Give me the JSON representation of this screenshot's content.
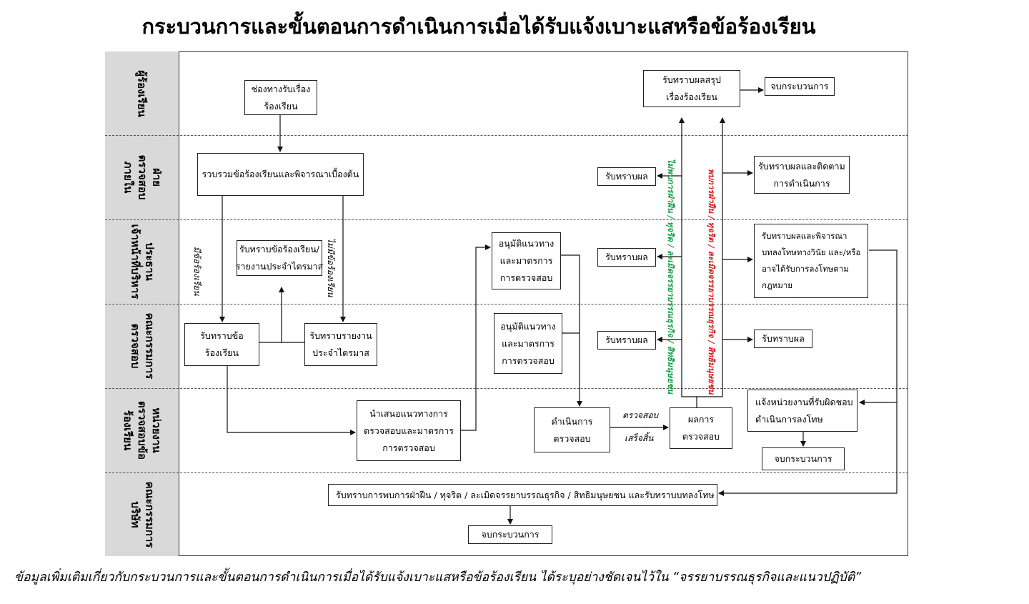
{
  "title": "กระบวนการและขั้นตอนการดำเนินการเมื่อได้รับแจ้งเบาะแสหรือข้อร้องเรียน",
  "lanes": [
    "ผู้ร้องเรียน",
    "ฝ่าย\nตรวจสอบ\nภายใน",
    "ประธาน\nเจ้าหน้าที่บริหาร",
    "คณะกรรมการ\nตรวจสอบ",
    "หน่วยงาน\nตรวจสอบข้อ\nร้องเรียน",
    "คณะกรรมการ\nบริษัท"
  ],
  "boxes": {
    "channel": "ช่องทางรับเรื่อง\nร้องเรียน",
    "collect": "รวบรวมข้อร้องเรียนและพิจารณาเบื้องต้น",
    "ceo_ack": "รับทราบข้อร้องเรียน/\nรายงานประจำไตรมาส",
    "ac_ack": "รับทราบข้อ\nร้องเรียน",
    "ac_quarter": "รับทราบรายงาน\nประจำไตรมาส",
    "propose": "นำเสนอแนวทางการ\nตรวจสอบและมาตรการ\nการตรวจสอบ",
    "ceo_approve": "อนุมัติแนวทาง\nและมาตรการ\nการตรวจสอบ",
    "ac_approve": "อนุมัติแนวทาง\nและมาตรการ\nการตรวจสอบ",
    "investigate": "ดำเนินการ\nตรวจสอบ",
    "result": "ผลการ\nตรวจสอบ",
    "summary": "รับทราบผลสรุป\nเรื่องร้องเรียน",
    "end_top": "จบกระบวนการ",
    "ack_ia_left": "รับทราบผล",
    "ack_ceo_left": "รับทราบผล",
    "ack_ac_left": "รับทราบผล",
    "ia_follow": "รับทราบผลและติดตาม\nการดำเนินการ",
    "ceo_punish": "รับทราบผลและพิจารณา\nบทลงโทษทางวินัย และ/หรือ\nอาจได้รับการลงโทษตาม\nกฎหมาย",
    "ac_ack_right": "รับทราบผล",
    "notify": "แจ้งหน่วยงานที่รับผิดชอบ\nดำเนินการลงโทษ",
    "end_unit": "จบกระบวนการ",
    "board_ack": "รับทราบการพบการฝ่าฝืน / ทุจริต / ละเมิดจรรยาบรรณธุรกิจ / สิทธิมนุษยชน และรับทราบบทลงโทษ",
    "end_board": "จบกระบวนการ"
  },
  "labels": {
    "has_complaint": "มีข้อร้องเรียน",
    "no_complaint": "ไม่มีข้อร้องเรียน",
    "inspect": "ตรวจสอบ",
    "done": "เสร็จสิ้น",
    "not_found": "ไม่พบการฝ่าฝืน / ทุจริต / ละเมิดจรรยาบรรณธุรกิจ / สิทธิมนุษยชน",
    "found": "พบการฝ่าฝืน / ทุจริต / ละเมิดจรรยาบรรณธุรกิจ / สิทธิมนุษยชน"
  },
  "footer": "ข้อมูลเพิ่มเติมเกี่ยวกับกระบวนการและขั้นตอนการดำเนินการเมื่อได้รับแจ้งเบาะแสหรือข้อร้องเรียน ได้ระบุอย่างชัดเจนไว้ใน “จรรยาบรรณธุรกิจและแนวปฏิบัติ”",
  "colors": {
    "not_found": "#1a9e4a",
    "found": "#d42020",
    "lane_bg": "#d9d9d9"
  }
}
